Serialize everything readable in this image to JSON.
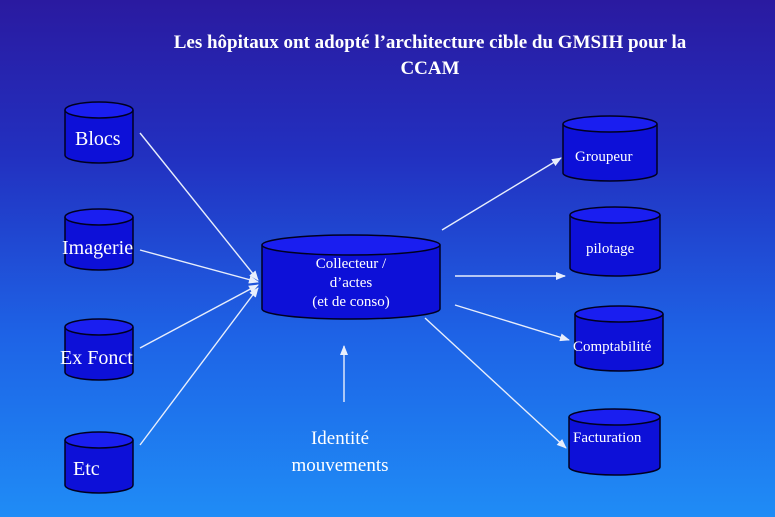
{
  "title": {
    "line1": "Les hôpitaux ont adopté l’architecture cible du GMSIH pour la",
    "line2": "CCAM"
  },
  "sources": [
    "Blocs",
    "Imagerie",
    "Ex Fonct",
    "Etc"
  ],
  "collector": {
    "line1": "Collecteur /",
    "line2": "d’actes",
    "line3": "(et de conso)"
  },
  "outputs": [
    "Groupeur",
    "pilotage",
    "Comptabilité",
    "Facturation"
  ],
  "input_label": {
    "line1": "Identité",
    "line2": "mouvements"
  },
  "colors": {
    "cylinder_fill": "#0d10d8",
    "cylinder_top": "#1a1ef0",
    "cylinder_stroke": "#000020",
    "arrow": "#e8eefc"
  }
}
